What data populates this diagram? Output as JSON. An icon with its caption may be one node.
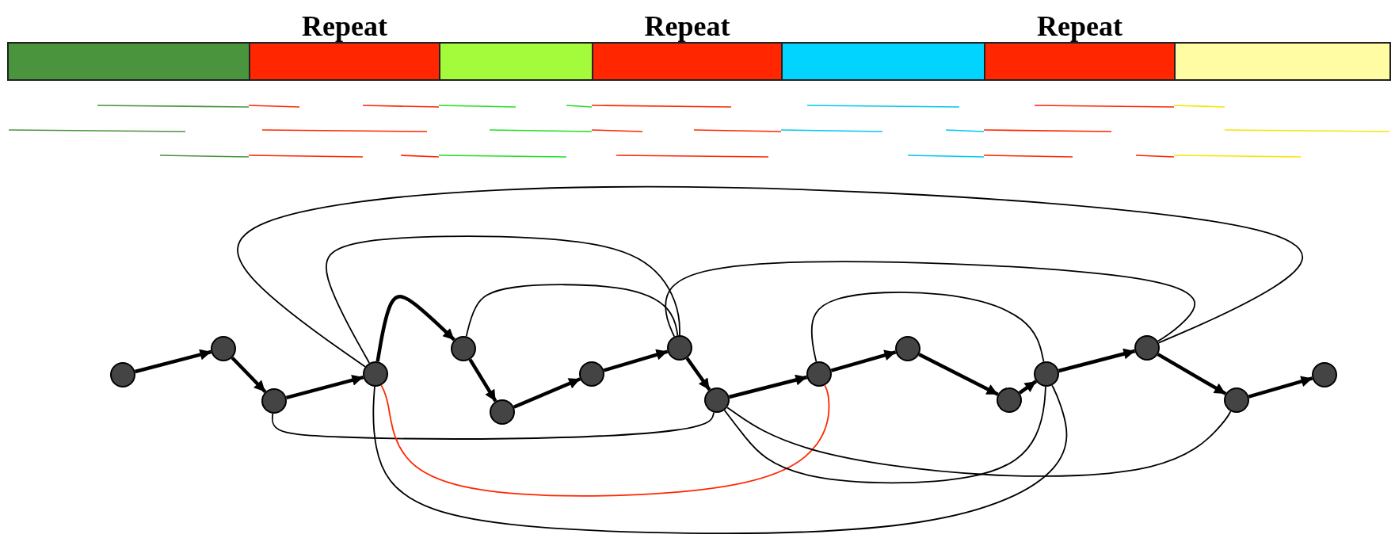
{
  "diagram": {
    "nodes": [
      {
        "text": [],
        "shape": "bar"
      },
      {
        "text": [
          "Repeat"
        ]
      },
      {
        "text": [],
        "shape": "bar"
      },
      {
        "text": [
          "Repeat"
        ]
      },
      {
        "text": [],
        "shape": "bar"
      },
      {
        "text": [
          "Repeat"
        ]
      },
      {
        "text": [],
        "shape": "bar"
      },
      {
        "text": [],
        "shape": "circle"
      },
      {
        "text": [],
        "shape": "circle"
      },
      {
        "text": [],
        "shape": "circle"
      },
      {
        "text": [],
        "shape": "circle"
      },
      {
        "text": [],
        "shape": "circle"
      },
      {
        "text": [],
        "shape": "circle"
      },
      {
        "text": [],
        "shape": "circle"
      },
      {
        "text": [],
        "shape": "circle"
      },
      {
        "text": [],
        "shape": "circle"
      },
      {
        "text": [],
        "shape": "circle"
      },
      {
        "text": [],
        "shape": "circle"
      },
      {
        "text": [],
        "shape": "circle"
      },
      {
        "text": [],
        "shape": "circle"
      },
      {
        "text": [],
        "shape": "circle"
      },
      {
        "text": [],
        "shape": "circle"
      },
      {
        "text": [],
        "shape": "circle"
      }
    ],
    "edges": [
      {
        "from": 7,
        "to": 8,
        "arrow": "to"
      },
      {
        "from": 8,
        "to": 9,
        "arrow": "to"
      },
      {
        "from": 9,
        "to": 10,
        "arrow": "to"
      },
      {
        "from": 10,
        "to": 11,
        "arrow": "to"
      },
      {
        "from": 11,
        "to": 12,
        "arrow": "to"
      },
      {
        "from": 12,
        "to": 13,
        "arrow": "to"
      },
      {
        "from": 13,
        "to": 14,
        "arrow": "to"
      },
      {
        "from": 14,
        "to": 15,
        "arrow": "to"
      },
      {
        "from": 15,
        "to": 16,
        "arrow": "to"
      },
      {
        "from": 16,
        "to": 17,
        "arrow": "to"
      },
      {
        "from": 17,
        "to": 18,
        "arrow": "to"
      },
      {
        "from": 18,
        "to": 19,
        "arrow": "to"
      },
      {
        "from": 19,
        "to": 20,
        "arrow": "to"
      },
      {
        "from": 20,
        "to": 21,
        "arrow": "to"
      },
      {
        "from": 21,
        "to": 22,
        "arrow": "to"
      },
      {
        "from": 10,
        "to": 20,
        "arrow": "none"
      },
      {
        "from": 10,
        "to": 14,
        "arrow": "none"
      },
      {
        "from": 11,
        "to": 14,
        "arrow": "none"
      },
      {
        "from": 14,
        "to": 20,
        "arrow": "none"
      },
      {
        "from": 16,
        "to": 19,
        "arrow": "none"
      },
      {
        "from": 9,
        "to": 15,
        "arrow": "none"
      },
      {
        "from": 10,
        "to": 19,
        "arrow": "none"
      },
      {
        "from": 10,
        "to": 16,
        "arrow": "none",
        "color": "#ff2600"
      },
      {
        "from": 15,
        "to": 19,
        "arrow": "none"
      },
      {
        "from": 15,
        "to": 21,
        "arrow": "none"
      }
    ]
  }
}
